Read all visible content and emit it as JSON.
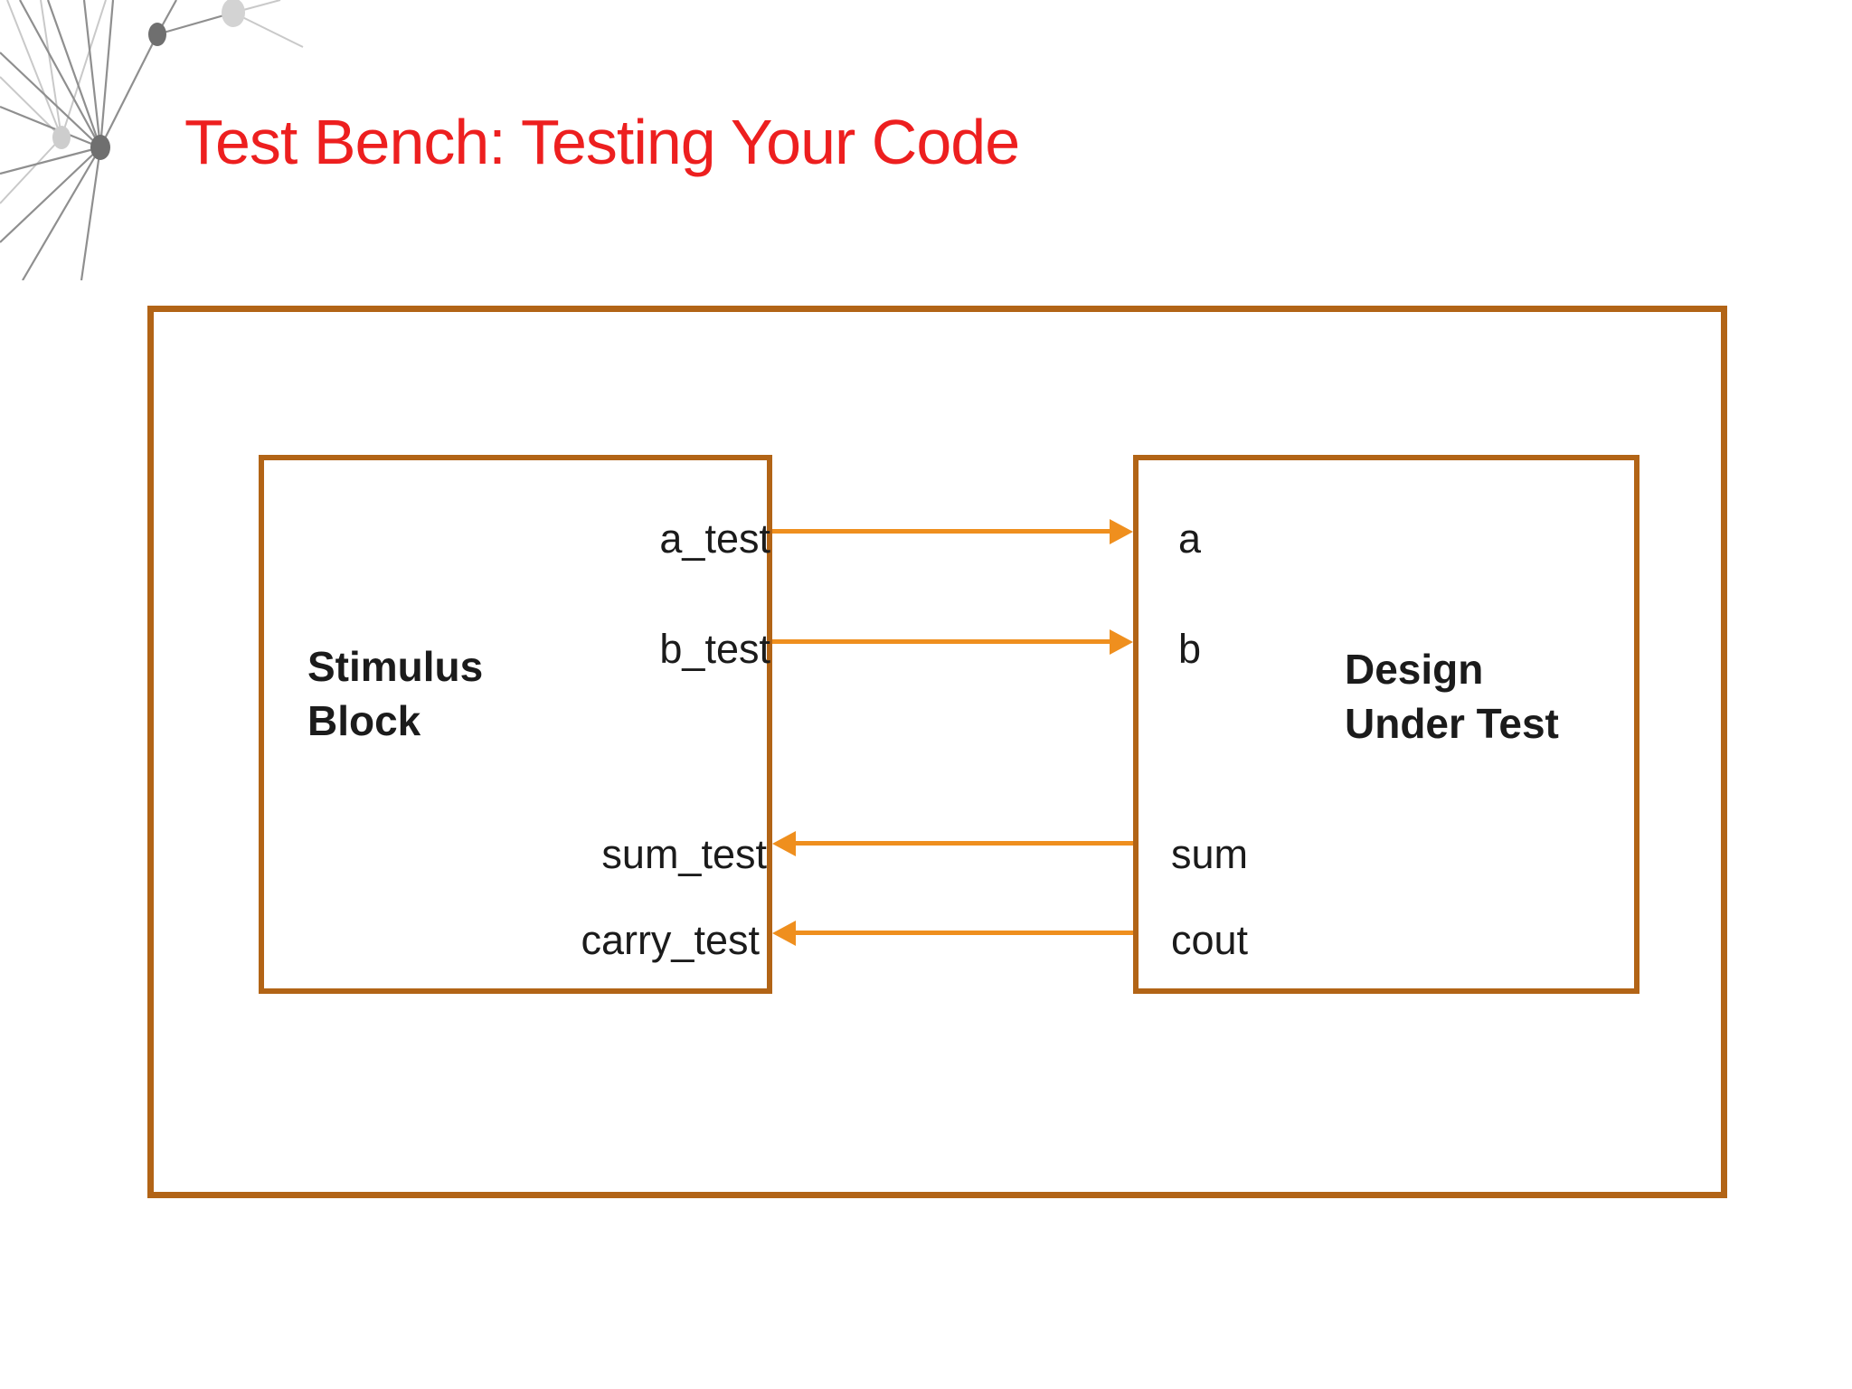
{
  "title": "Test Bench: Testing Your Code",
  "colors": {
    "title-color": "#ed1f1f",
    "box-border": "#b26416",
    "arrow-color": "#ef8f1e",
    "label-color": "#1b1b1b",
    "bg": "#ffffff"
  },
  "decoration": {
    "icon": "network-graph-decoration"
  },
  "diagram": {
    "stimulus_block": {
      "label_lines": [
        "Stimulus",
        "Block"
      ]
    },
    "design_under_test": {
      "label_lines": [
        "Design",
        "Under Test"
      ]
    },
    "connections": [
      {
        "source": "a_test",
        "target": "a",
        "direction": "left-to-right"
      },
      {
        "source": "b_test",
        "target": "b",
        "direction": "left-to-right"
      },
      {
        "source": "sum",
        "target": "sum_test",
        "direction": "right-to-left"
      },
      {
        "source": "cout",
        "target": "carry_test",
        "direction": "right-to-left"
      }
    ]
  }
}
